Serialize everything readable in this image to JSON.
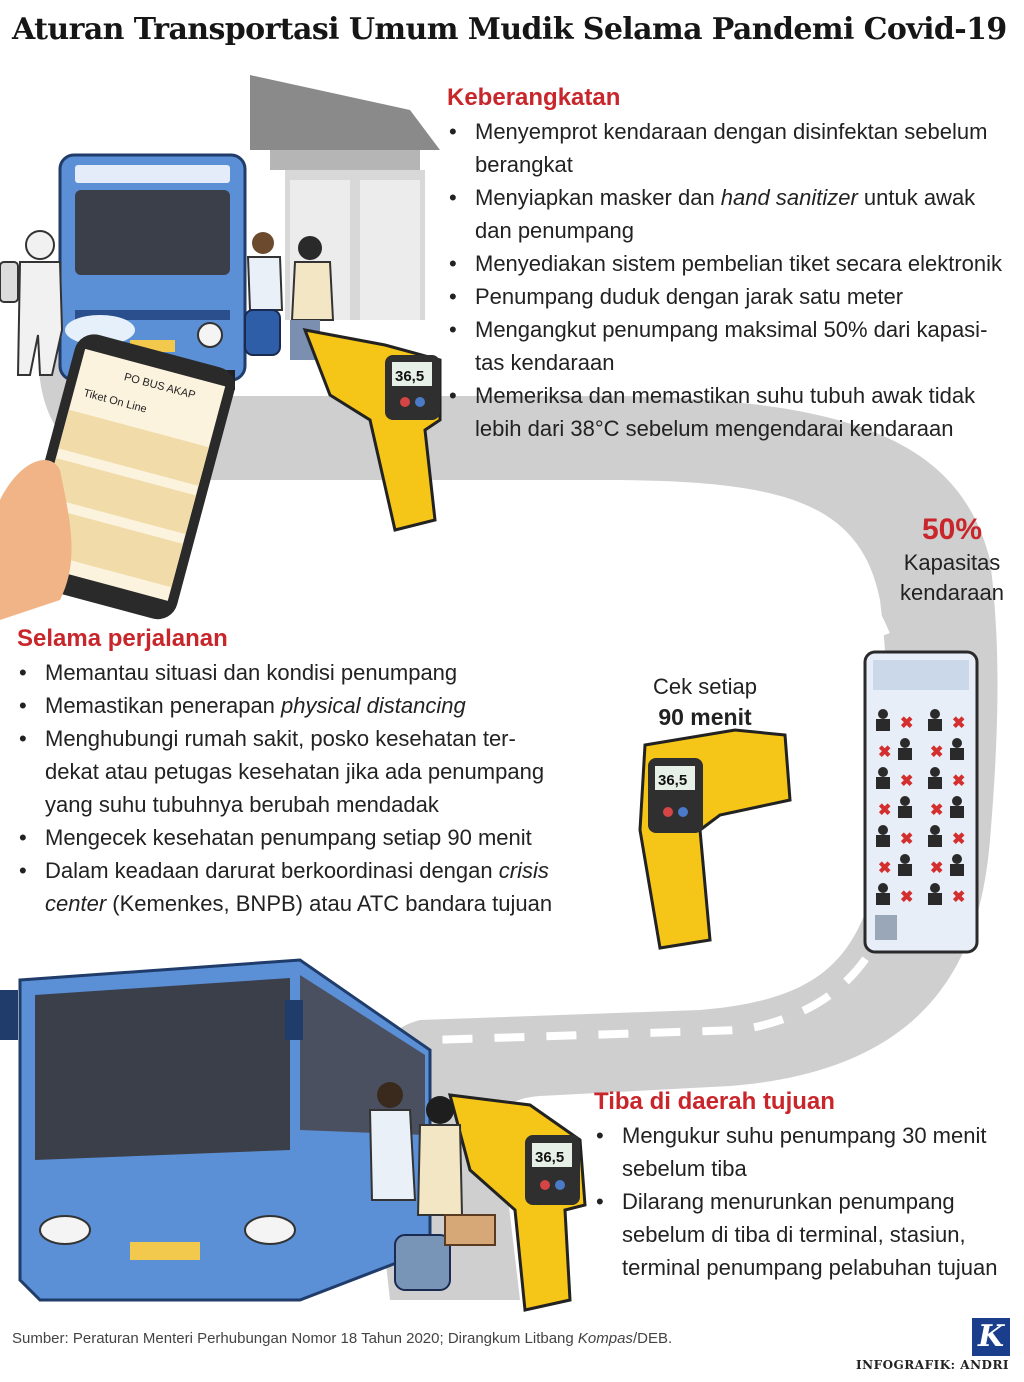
{
  "title": "Aturan Transportasi Umum Mudik Selama Pandemi Covid-19",
  "departure": {
    "heading": "Keberangkatan",
    "items": [
      [
        "Menyemprot kendaraan dengan disinfektan sebelum",
        "berangkat"
      ],
      [
        "Menyiapkan masker dan ",
        "hand sanitizer",
        " untuk awak",
        "dan penumpang"
      ],
      [
        "Menyediakan sistem pembelian tiket secara elektronik"
      ],
      [
        "Penumpang duduk dengan jarak satu meter"
      ],
      [
        "Mengangkut penumpang maksimal 50% dari kapasi-",
        "tas kendaraan"
      ],
      [
        "Memeriksa dan memastikan suhu tubuh awak tidak",
        "lebih dari 38°C sebelum mengendarai kendaraan"
      ]
    ]
  },
  "journey": {
    "heading": "Selama perjalanan",
    "items": [
      [
        "Memantau situasi dan kondisi penumpang"
      ],
      [
        "Memastikan penerapan ",
        "physical distancing"
      ],
      [
        "Menghubungi rumah sakit, posko kesehatan ter-",
        "dekat atau petugas kesehatan jika ada penumpang",
        "yang suhu tubuhnya berubah mendadak"
      ],
      [
        "Mengecek kesehatan penumpang setiap 90 menit"
      ],
      [
        "Dalam keadaan darurat berkoordinasi dengan ",
        "crisis",
        "center",
        " (Kemenkes, BNPB) atau ATC bandara tujuan"
      ]
    ]
  },
  "arrival": {
    "heading": "Tiba di daerah tujuan",
    "items": [
      [
        "Mengukur suhu penumpang 30 menit",
        "sebelum tiba"
      ],
      [
        "Dilarang menurunkan penumpang",
        "sebelum di tiba di terminal, stasiun,",
        "terminal penumpang pelabuhan tujuan"
      ]
    ]
  },
  "capacity": {
    "percent": "50%",
    "line1": "Kapasitas",
    "line2": "kendaraan"
  },
  "check": {
    "line1": "Cek setiap",
    "line2": "90 menit"
  },
  "thermometer_reading": "36,5",
  "phone": {
    "line1": "PO BUS AKAP",
    "line2": "Tiket On Line"
  },
  "source": {
    "prefix": "Sumber: Peraturan Menteri Perhubungan Nomor 18 Tahun 2020; Dirangkum Litbang ",
    "italic": "Kompas",
    "suffix": "/DEB."
  },
  "logo_letter": "K",
  "credit": "INFOGRAFIK: ANDRI",
  "colors": {
    "accent_red": "#c8262b",
    "road": "#cfcfcf",
    "bus_blue": "#5b8fd6",
    "thermometer_yellow": "#f5c518",
    "logo_blue": "#1a3d8c"
  }
}
